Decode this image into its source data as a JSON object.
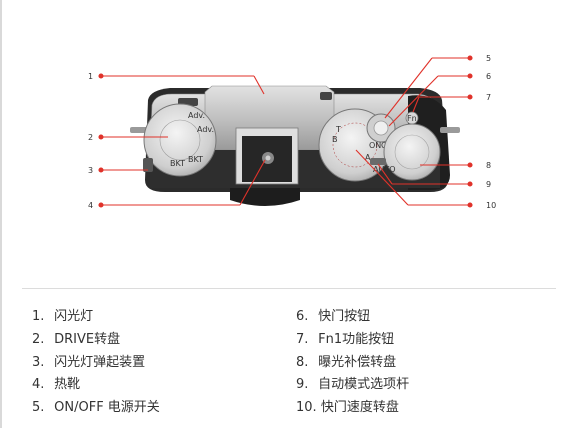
{
  "callout_numbers": [
    "1",
    "2",
    "3",
    "4",
    "5",
    "6",
    "7",
    "8",
    "9",
    "10"
  ],
  "dial_marks": {
    "drive_dial": [
      "Adv.",
      "Adv.",
      "BKT",
      "BKT"
    ],
    "shutter_dial": [
      "T",
      "B",
      "A"
    ],
    "power_switch": [
      "ON",
      "OFF"
    ],
    "auto_lever": "AUTO",
    "fn_button": "Fn"
  },
  "colors": {
    "accent": "#e0322a",
    "body_silver": "#c5c5c5",
    "body_dark": "#2a2a2a"
  },
  "legend": {
    "column1": [
      {
        "num": "1.",
        "label": "闪光灯"
      },
      {
        "num": "2.",
        "label": "DRIVE转盘"
      },
      {
        "num": "3.",
        "label": "闪光灯弹起装置"
      },
      {
        "num": "4.",
        "label": "热靴"
      },
      {
        "num": "5.",
        "label": "ON/OFF 电源开关"
      }
    ],
    "column2": [
      {
        "num": "6.",
        "label": "快门按钮"
      },
      {
        "num": "7.",
        "label": "Fn1功能按钮"
      },
      {
        "num": "8.",
        "label": "曝光补偿转盘"
      },
      {
        "num": "9.",
        "label": "自动模式选项杆"
      },
      {
        "num": "10.",
        "label": "快门速度转盘"
      }
    ]
  }
}
